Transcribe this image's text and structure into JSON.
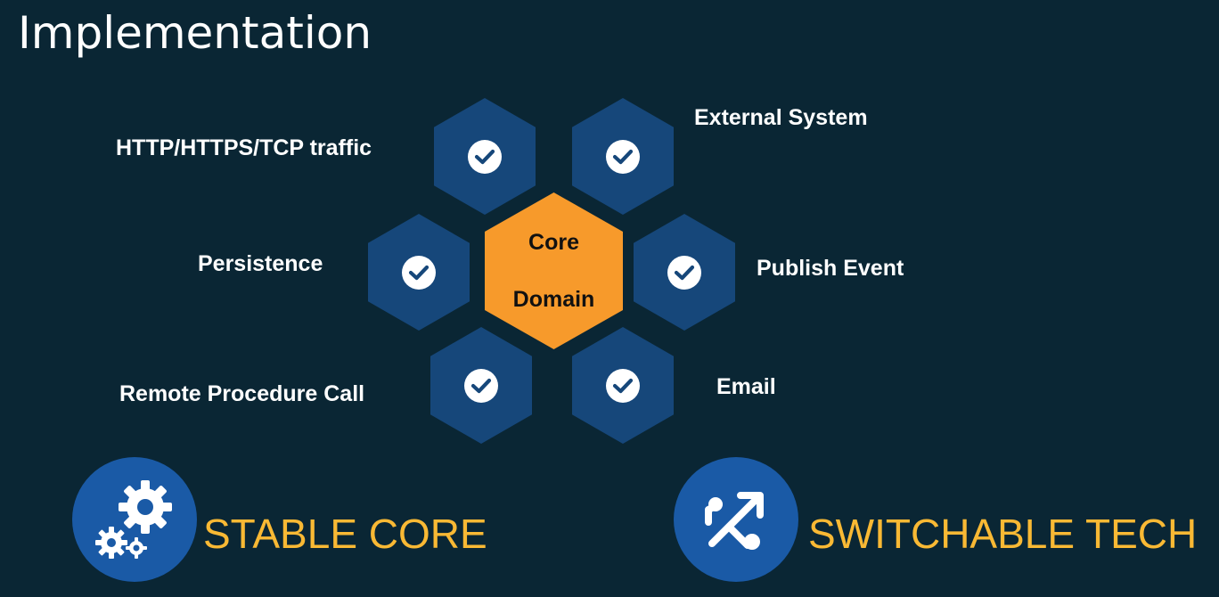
{
  "title": "Implementation",
  "core": {
    "line1": "Core",
    "line2": "Domain"
  },
  "adapters": {
    "http": "HTTP/HTTPS/TCP traffic",
    "external": "External System",
    "persistence": "Persistence",
    "publish": "Publish Event",
    "rpc": "Remote Procedure Call",
    "email": "Email"
  },
  "footer": {
    "stable": "STABLE CORE",
    "switchable": "SWITCHABLE TECH"
  },
  "icons": {
    "check": "check-icon",
    "gears": "gears-icon",
    "switch": "switch-arrows-icon"
  },
  "colors": {
    "background": "#0a2634",
    "hex_blue": "#16477a",
    "core": "#f79a2b",
    "accent": "#f9b934",
    "circle": "#1a5aa6"
  }
}
